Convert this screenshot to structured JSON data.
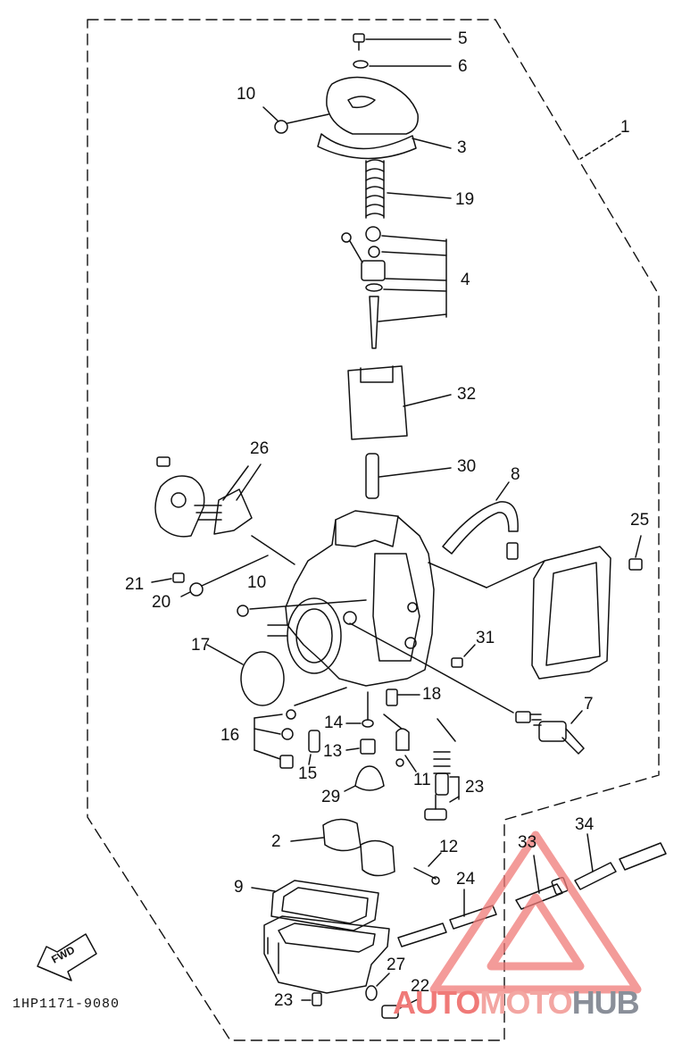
{
  "diagram": {
    "part_code": "1HP1171-9080",
    "fwd_label": "FWD",
    "callouts": [
      {
        "id": "c1",
        "text": "1"
      },
      {
        "id": "c2",
        "text": "2"
      },
      {
        "id": "c3",
        "text": "3"
      },
      {
        "id": "c4",
        "text": "4"
      },
      {
        "id": "c5",
        "text": "5"
      },
      {
        "id": "c6",
        "text": "6"
      },
      {
        "id": "c7",
        "text": "7"
      },
      {
        "id": "c8",
        "text": "8"
      },
      {
        "id": "c9",
        "text": "9"
      },
      {
        "id": "c10a",
        "text": "10"
      },
      {
        "id": "c10b",
        "text": "10"
      },
      {
        "id": "c11",
        "text": "11"
      },
      {
        "id": "c12",
        "text": "12"
      },
      {
        "id": "c13",
        "text": "13"
      },
      {
        "id": "c14",
        "text": "14"
      },
      {
        "id": "c15",
        "text": "15"
      },
      {
        "id": "c16",
        "text": "16"
      },
      {
        "id": "c17",
        "text": "17"
      },
      {
        "id": "c18",
        "text": "18"
      },
      {
        "id": "c19",
        "text": "19"
      },
      {
        "id": "c20",
        "text": "20"
      },
      {
        "id": "c21",
        "text": "21"
      },
      {
        "id": "c22",
        "text": "22"
      },
      {
        "id": "c23a",
        "text": "23"
      },
      {
        "id": "c23b",
        "text": "23"
      },
      {
        "id": "c24",
        "text": "24"
      },
      {
        "id": "c25",
        "text": "25"
      },
      {
        "id": "c26",
        "text": "26"
      },
      {
        "id": "c27",
        "text": "27"
      },
      {
        "id": "c29",
        "text": "29"
      },
      {
        "id": "c30",
        "text": "30"
      },
      {
        "id": "c31",
        "text": "31"
      },
      {
        "id": "c32",
        "text": "32"
      },
      {
        "id": "c33",
        "text": "33"
      },
      {
        "id": "c34",
        "text": "34"
      }
    ]
  },
  "watermark": {
    "part_a": "AUTO",
    "part_b": "MOTO",
    "part_c": "HUB",
    "color_primary": "#f07a78",
    "color_secondary": "#8a8f99"
  },
  "colors": {
    "ink": "#111111",
    "paper": "#ffffff"
  }
}
